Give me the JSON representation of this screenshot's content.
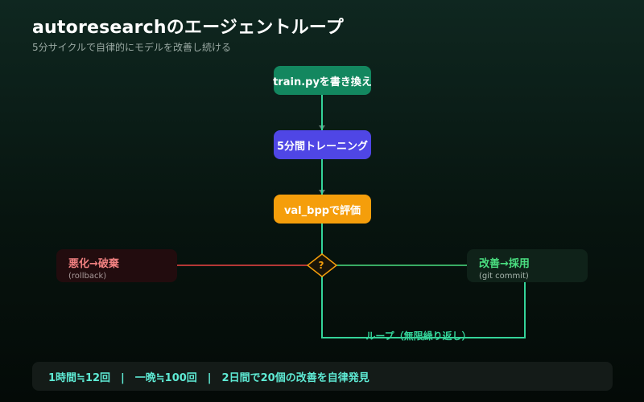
{
  "header": {
    "title": "autoresearchのエージェントループ",
    "subtitle": "5分サイクルで自律的にモデルを改善し続ける"
  },
  "steps": [
    {
      "label": "train.pyを書き換え",
      "color": "#13875f"
    },
    {
      "label": "5分間トレーニング",
      "color": "#4f46e5"
    },
    {
      "label": "val_bppで評価",
      "color": "#f59e0b"
    }
  ],
  "decision": {
    "label": "?",
    "color": "#f59e0b"
  },
  "outcomes": {
    "worse": {
      "label": "悪化→破棄",
      "sublabel": "(rollback)",
      "text_color": "#f08080",
      "bg_color": "#220c0e",
      "line_color": "#ef4444"
    },
    "better": {
      "label": "改善→採用",
      "sublabel": "(git commit)",
      "text_color": "#4ade80",
      "bg_color": "#0f2219",
      "line_color": "#4ade80"
    }
  },
  "loop": {
    "label": "ループ（無限繰り返し）",
    "color": "#34d399"
  },
  "footer": {
    "text": "1時間≒12回　|　一晩≒100回　|　2日間で20個の改善を自律発見",
    "text_color": "#5eead4",
    "bg_color": "#141b18"
  }
}
